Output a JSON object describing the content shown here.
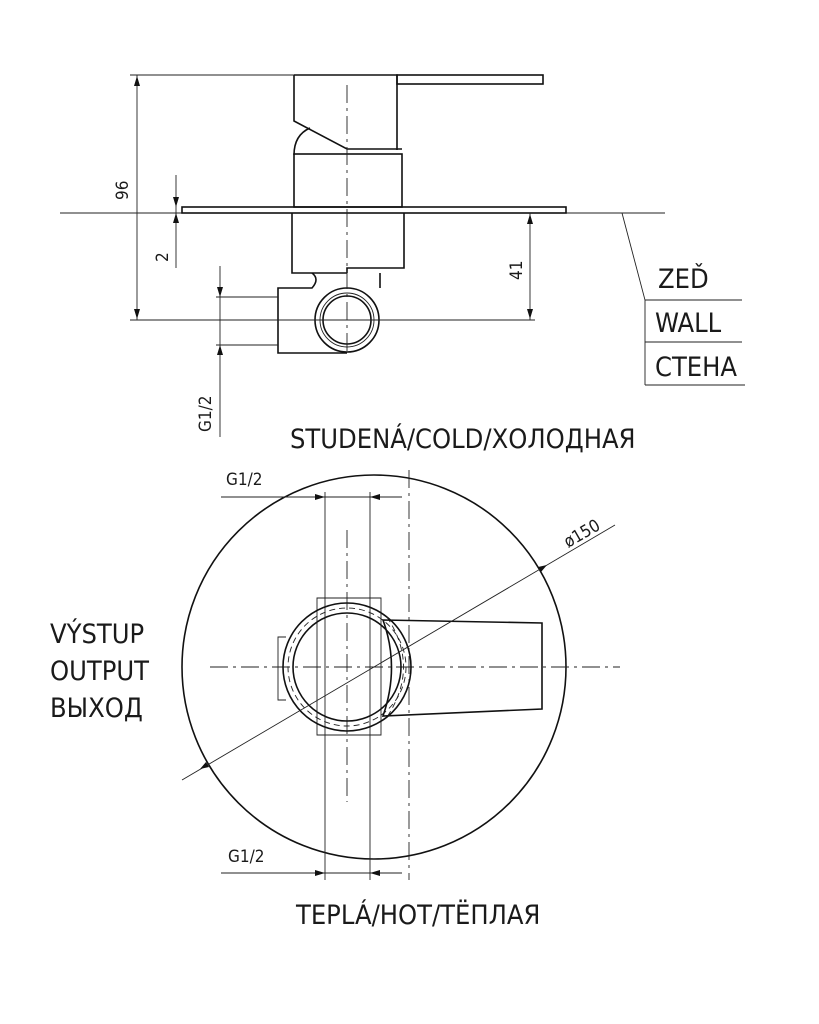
{
  "side_view": {
    "dimensions": {
      "overall_height": "96",
      "plate_thickness": "2",
      "wall_depth": "41",
      "connection": "G1/2"
    },
    "wall_labels": [
      "ZEĎ",
      "WALL",
      "СТЕНА"
    ]
  },
  "front_view": {
    "cold_label": "STUDENÁ/COLD/ХОЛОДНАЯ",
    "hot_label": "TEPLÁ/HOT/TЁПЛАЯ",
    "output_labels": [
      "VÝSTUP",
      "OUTPUT",
      "ВЫХОД"
    ],
    "top_connection": "G1/2",
    "bottom_connection": "G1/2",
    "diameter": "ø150"
  }
}
